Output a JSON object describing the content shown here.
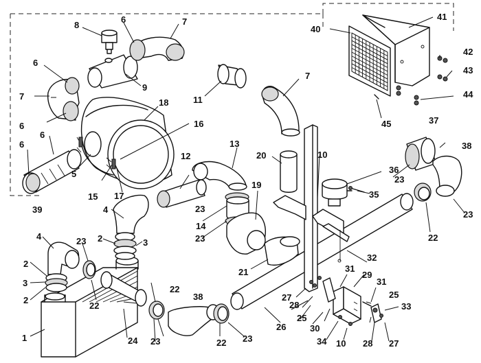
{
  "diagram": {
    "callouts": [
      {
        "id": "c-1",
        "text": "1"
      },
      {
        "id": "c-2a",
        "text": "2"
      },
      {
        "id": "c-2b",
        "text": "2"
      },
      {
        "id": "c-2c",
        "text": "2"
      },
      {
        "id": "c-3a",
        "text": "3"
      },
      {
        "id": "c-3b",
        "text": "3"
      },
      {
        "id": "c-4a",
        "text": "4"
      },
      {
        "id": "c-4b",
        "text": "4"
      },
      {
        "id": "c-5",
        "text": "5"
      },
      {
        "id": "c-6a",
        "text": "6"
      },
      {
        "id": "c-6b",
        "text": "6"
      },
      {
        "id": "c-6c",
        "text": "6"
      },
      {
        "id": "c-6d",
        "text": "6"
      },
      {
        "id": "c-6e",
        "text": "6"
      },
      {
        "id": "c-7a",
        "text": "7"
      },
      {
        "id": "c-7b",
        "text": "7"
      },
      {
        "id": "c-7c",
        "text": "7"
      },
      {
        "id": "c-8",
        "text": "8"
      },
      {
        "id": "c-9",
        "text": "9"
      },
      {
        "id": "c-10a",
        "text": "10"
      },
      {
        "id": "c-10b",
        "text": "10"
      },
      {
        "id": "c-11",
        "text": "11"
      },
      {
        "id": "c-12",
        "text": "12"
      },
      {
        "id": "c-13",
        "text": "13"
      },
      {
        "id": "c-14",
        "text": "14"
      },
      {
        "id": "c-15",
        "text": "15"
      },
      {
        "id": "c-16",
        "text": "16"
      },
      {
        "id": "c-17",
        "text": "17"
      },
      {
        "id": "c-18",
        "text": "18"
      },
      {
        "id": "c-19",
        "text": "19"
      },
      {
        "id": "c-20",
        "text": "20"
      },
      {
        "id": "c-21",
        "text": "21"
      },
      {
        "id": "c-22a",
        "text": "22"
      },
      {
        "id": "c-22b",
        "text": "22"
      },
      {
        "id": "c-22c",
        "text": "22"
      },
      {
        "id": "c-22d",
        "text": "22"
      },
      {
        "id": "c-23a",
        "text": "23"
      },
      {
        "id": "c-23b",
        "text": "23"
      },
      {
        "id": "c-23c",
        "text": "23"
      },
      {
        "id": "c-23d",
        "text": "23"
      },
      {
        "id": "c-23e",
        "text": "23"
      },
      {
        "id": "c-23f",
        "text": "23"
      },
      {
        "id": "c-23g",
        "text": "23"
      },
      {
        "id": "c-24",
        "text": "24"
      },
      {
        "id": "c-25a",
        "text": "25"
      },
      {
        "id": "c-25b",
        "text": "25"
      },
      {
        "id": "c-26",
        "text": "26"
      },
      {
        "id": "c-27a",
        "text": "27"
      },
      {
        "id": "c-27b",
        "text": "27"
      },
      {
        "id": "c-28a",
        "text": "28"
      },
      {
        "id": "c-28b",
        "text": "28"
      },
      {
        "id": "c-29",
        "text": "29"
      },
      {
        "id": "c-30",
        "text": "30"
      },
      {
        "id": "c-31a",
        "text": "31"
      },
      {
        "id": "c-31b",
        "text": "31"
      },
      {
        "id": "c-32",
        "text": "32"
      },
      {
        "id": "c-33",
        "text": "33"
      },
      {
        "id": "c-34",
        "text": "34"
      },
      {
        "id": "c-35",
        "text": "35"
      },
      {
        "id": "c-36",
        "text": "36"
      },
      {
        "id": "c-37",
        "text": "37"
      },
      {
        "id": "c-38a",
        "text": "38"
      },
      {
        "id": "c-38b",
        "text": "38"
      },
      {
        "id": "c-39",
        "text": "39"
      },
      {
        "id": "c-40",
        "text": "40"
      },
      {
        "id": "c-41",
        "text": "41"
      },
      {
        "id": "c-42",
        "text": "42"
      },
      {
        "id": "c-43",
        "text": "43"
      },
      {
        "id": "c-44",
        "text": "44"
      },
      {
        "id": "c-45",
        "text": "45"
      }
    ]
  }
}
